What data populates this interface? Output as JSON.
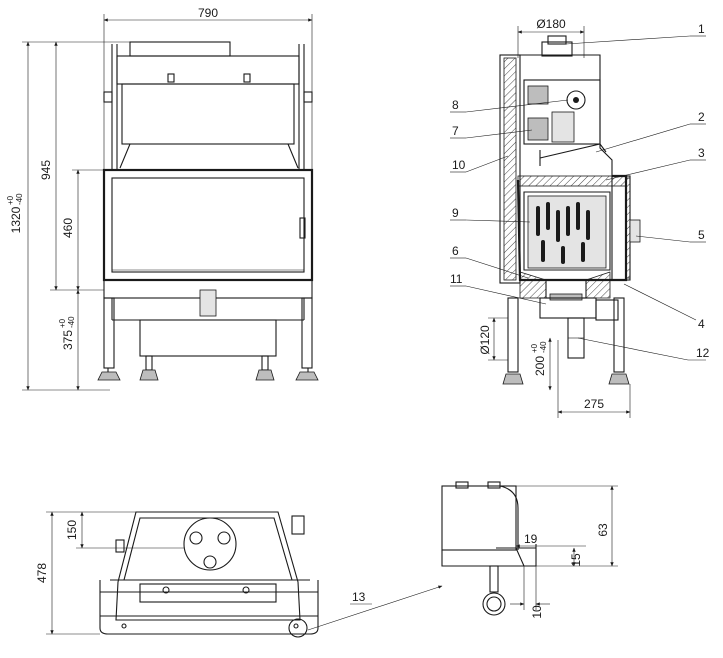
{
  "dimensions": {
    "overall_width": "790",
    "overall_height_base": "1320",
    "overall_height_tol_plus": "+0",
    "overall_height_tol_minus": "-40",
    "body_height": "945",
    "glass_height": "460",
    "leg_height_base": "375",
    "leg_height_tol_plus": "+0",
    "leg_height_tol_minus": "-40",
    "flue_diameter": "Ø180",
    "air_inlet_diameter": "Ø120",
    "air_inlet_height_base": "200",
    "air_inlet_height_tol_plus": "+0",
    "air_inlet_height_tol_minus": "-40",
    "inlet_offset": "275",
    "depth": "478",
    "flue_offset": "150",
    "detail_height": "63",
    "detail_19": "19",
    "detail_15": "15",
    "detail_10": "10"
  },
  "callouts": [
    "1",
    "2",
    "3",
    "4",
    "5",
    "6",
    "7",
    "8",
    "9",
    "10",
    "11",
    "12",
    "13"
  ]
}
